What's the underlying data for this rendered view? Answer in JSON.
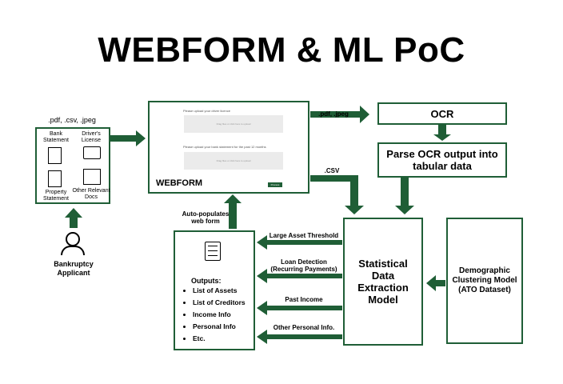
{
  "title": "WEBFORM & ML PoC",
  "input_docs": {
    "formats": ".pdf, .csv, .jpeg",
    "doc1": "Bank Statement",
    "doc2": "Driver's License",
    "doc3": "Property Statement",
    "doc4": "Other Relevant Docs"
  },
  "applicant": "Bankruptcy Applicant",
  "webform": {
    "upload1": "Please upload your driver licence",
    "drop_text": "Drag files or click here to upload",
    "upload2": "Please upload your bank statement for the past 12 months",
    "label": "WEBFORM",
    "submit": "Process"
  },
  "flows": {
    "pdf_jpeg": ".pdf, .jpeg",
    "csv": ".CSV",
    "autopopulate": "Auto-populates web form",
    "large_asset": "Large Asset Threshold",
    "loan": "Loan Detection (Recurring Payments)",
    "past_income": "Past Income",
    "other_personal": "Other Personal Info."
  },
  "ocr": "OCR",
  "parse": "Parse OCR output into tabular data",
  "model": "Statistical Data Extraction Model",
  "demographic": "Demographic Clustering Model (ATO Dataset)",
  "outputs": {
    "heading": "Outputs:",
    "items": [
      "List of Assets",
      "List of Creditors",
      "Income Info",
      "Personal Info",
      "Etc."
    ]
  },
  "colors": {
    "arrow": "#1f5e36"
  }
}
